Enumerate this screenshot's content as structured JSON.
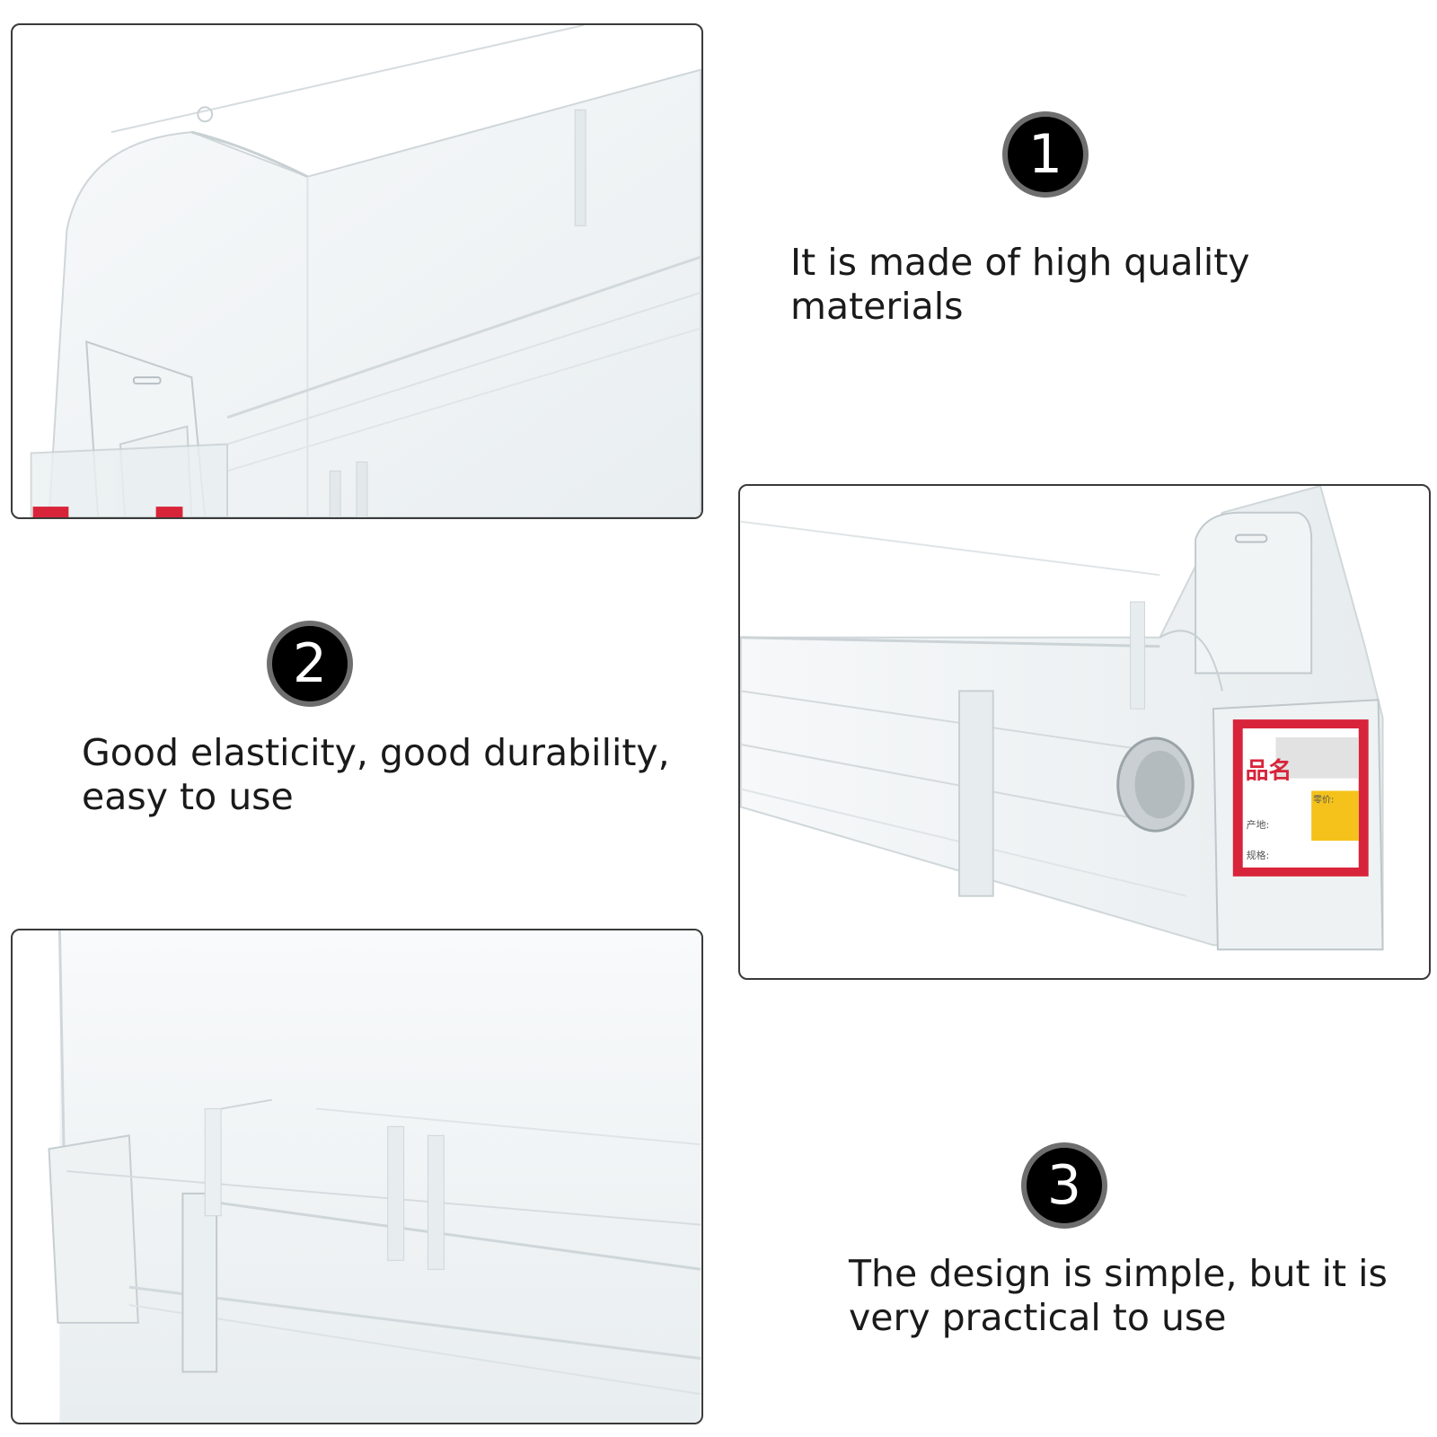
{
  "features": [
    {
      "number": "1",
      "caption": "It is made of high quality materials"
    },
    {
      "number": "2",
      "caption": "Good elasticity, good durability, easy to use"
    },
    {
      "number": "3",
      "caption": "The design is simple, but it is very practical to use"
    }
  ],
  "label_card": {
    "name_label": "品名",
    "price_label": "零价:",
    "origin_label": "产地:",
    "spec_label": "规格:"
  },
  "colors": {
    "badge_fill": "#000000",
    "badge_ring": "#6e6e6e",
    "panel_border": "#3a3a3a",
    "label_red": "#d8243a",
    "label_yellow": "#f4c21b"
  },
  "images": [
    {
      "name": "product-photo-top-cover"
    },
    {
      "name": "product-photo-side-label"
    },
    {
      "name": "product-photo-front-divider"
    }
  ]
}
